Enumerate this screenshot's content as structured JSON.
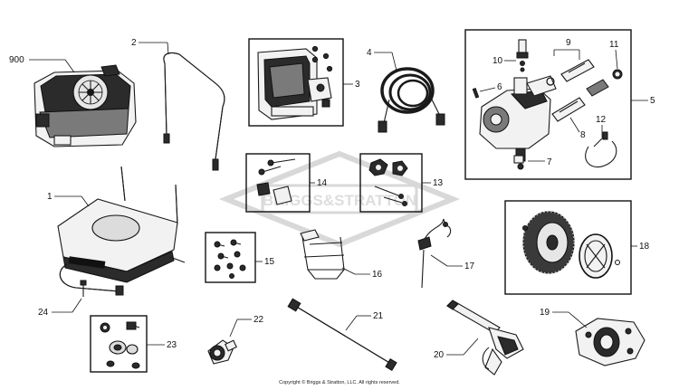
{
  "callouts": {
    "c900": "900",
    "c1": "1",
    "c2": "2",
    "c3": "3",
    "c4": "4",
    "c5": "5",
    "c6": "6",
    "c7": "7",
    "c8": "8",
    "c9": "9",
    "c10": "10",
    "c11": "11",
    "c12": "12",
    "c13": "13",
    "c14": "14",
    "c15": "15",
    "c16": "16",
    "c17": "17",
    "c18": "18",
    "c19": "19",
    "c20": "20",
    "c21": "21",
    "c22": "22",
    "c23": "23",
    "c24": "24"
  },
  "watermark": "BRIGGS&STRATTON",
  "copyright": "Copyright © Briggs & Stratton, LLC. All rights reserved."
}
